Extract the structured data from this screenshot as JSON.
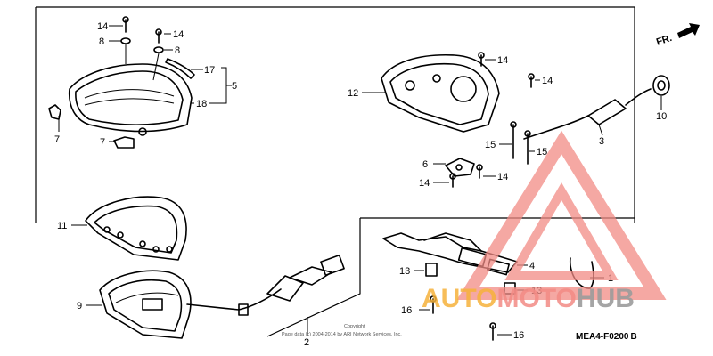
{
  "diagram": {
    "code": "MEA4-F0200 B",
    "direction_label": "FR.",
    "copyright_line1": "Copyright",
    "copyright_line2": "Page data (c) 2004-2014 by ARI Network Services, Inc.",
    "callouts": [
      {
        "id": "c1",
        "label": "1"
      },
      {
        "id": "c2",
        "label": "2"
      },
      {
        "id": "c3",
        "label": "3"
      },
      {
        "id": "c4",
        "label": "4"
      },
      {
        "id": "c5",
        "label": "5"
      },
      {
        "id": "c6",
        "label": "6"
      },
      {
        "id": "c7a",
        "label": "7"
      },
      {
        "id": "c7b",
        "label": "7"
      },
      {
        "id": "c8a",
        "label": "8"
      },
      {
        "id": "c8b",
        "label": "8"
      },
      {
        "id": "c9",
        "label": "9"
      },
      {
        "id": "c10",
        "label": "10"
      },
      {
        "id": "c11",
        "label": "11"
      },
      {
        "id": "c12",
        "label": "12"
      },
      {
        "id": "c13a",
        "label": "13"
      },
      {
        "id": "c13b",
        "label": "13"
      },
      {
        "id": "c14a",
        "label": "14"
      },
      {
        "id": "c14b",
        "label": "14"
      },
      {
        "id": "c14c",
        "label": "14"
      },
      {
        "id": "c14d",
        "label": "14"
      },
      {
        "id": "c14e",
        "label": "14"
      },
      {
        "id": "c14f",
        "label": "14"
      },
      {
        "id": "c15a",
        "label": "15"
      },
      {
        "id": "c15b",
        "label": "15"
      },
      {
        "id": "c16a",
        "label": "16"
      },
      {
        "id": "c16b",
        "label": "16"
      },
      {
        "id": "c17",
        "label": "17"
      },
      {
        "id": "c18",
        "label": "18"
      }
    ]
  },
  "watermark": {
    "word_a": "AUTO",
    "word_b": "MOTO",
    "word_c": "HUB",
    "color_orange": "#f6b23b",
    "color_red": "#f28b85",
    "color_gray": "#9b9b9b"
  }
}
